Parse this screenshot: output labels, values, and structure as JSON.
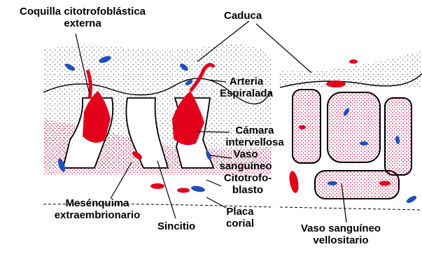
{
  "labels": {
    "coquilla_l1": "Coquilla citotrofoblástica",
    "coquilla_l2": "externa",
    "caduca": "Caduca",
    "arteria_l1": "Arteria",
    "arteria_l2": "Espiralada",
    "camara_l1": "Cámara",
    "camara_l2": "intervellosa",
    "vaso_l1": "Vaso",
    "vaso_l2": "sanguíneo",
    "citotrofo_l1": "Citotrofo-",
    "citotrofo_l2": "blasto",
    "placa_l1": "Placa",
    "placa_l2": "corial",
    "mesenquima_l1": "Mesénquima",
    "mesenquima_l2": "extraembrionario",
    "sincitio": "Sincitio",
    "vaso_vell_l1": "Vaso sanguíneo",
    "vaso_vell_l2": "vellositario"
  },
  "colors": {
    "artery_red": "#e3001b",
    "vein_blue": "#1f4fbf",
    "stipple_pink": "#e0306a",
    "outline": "#000000"
  }
}
